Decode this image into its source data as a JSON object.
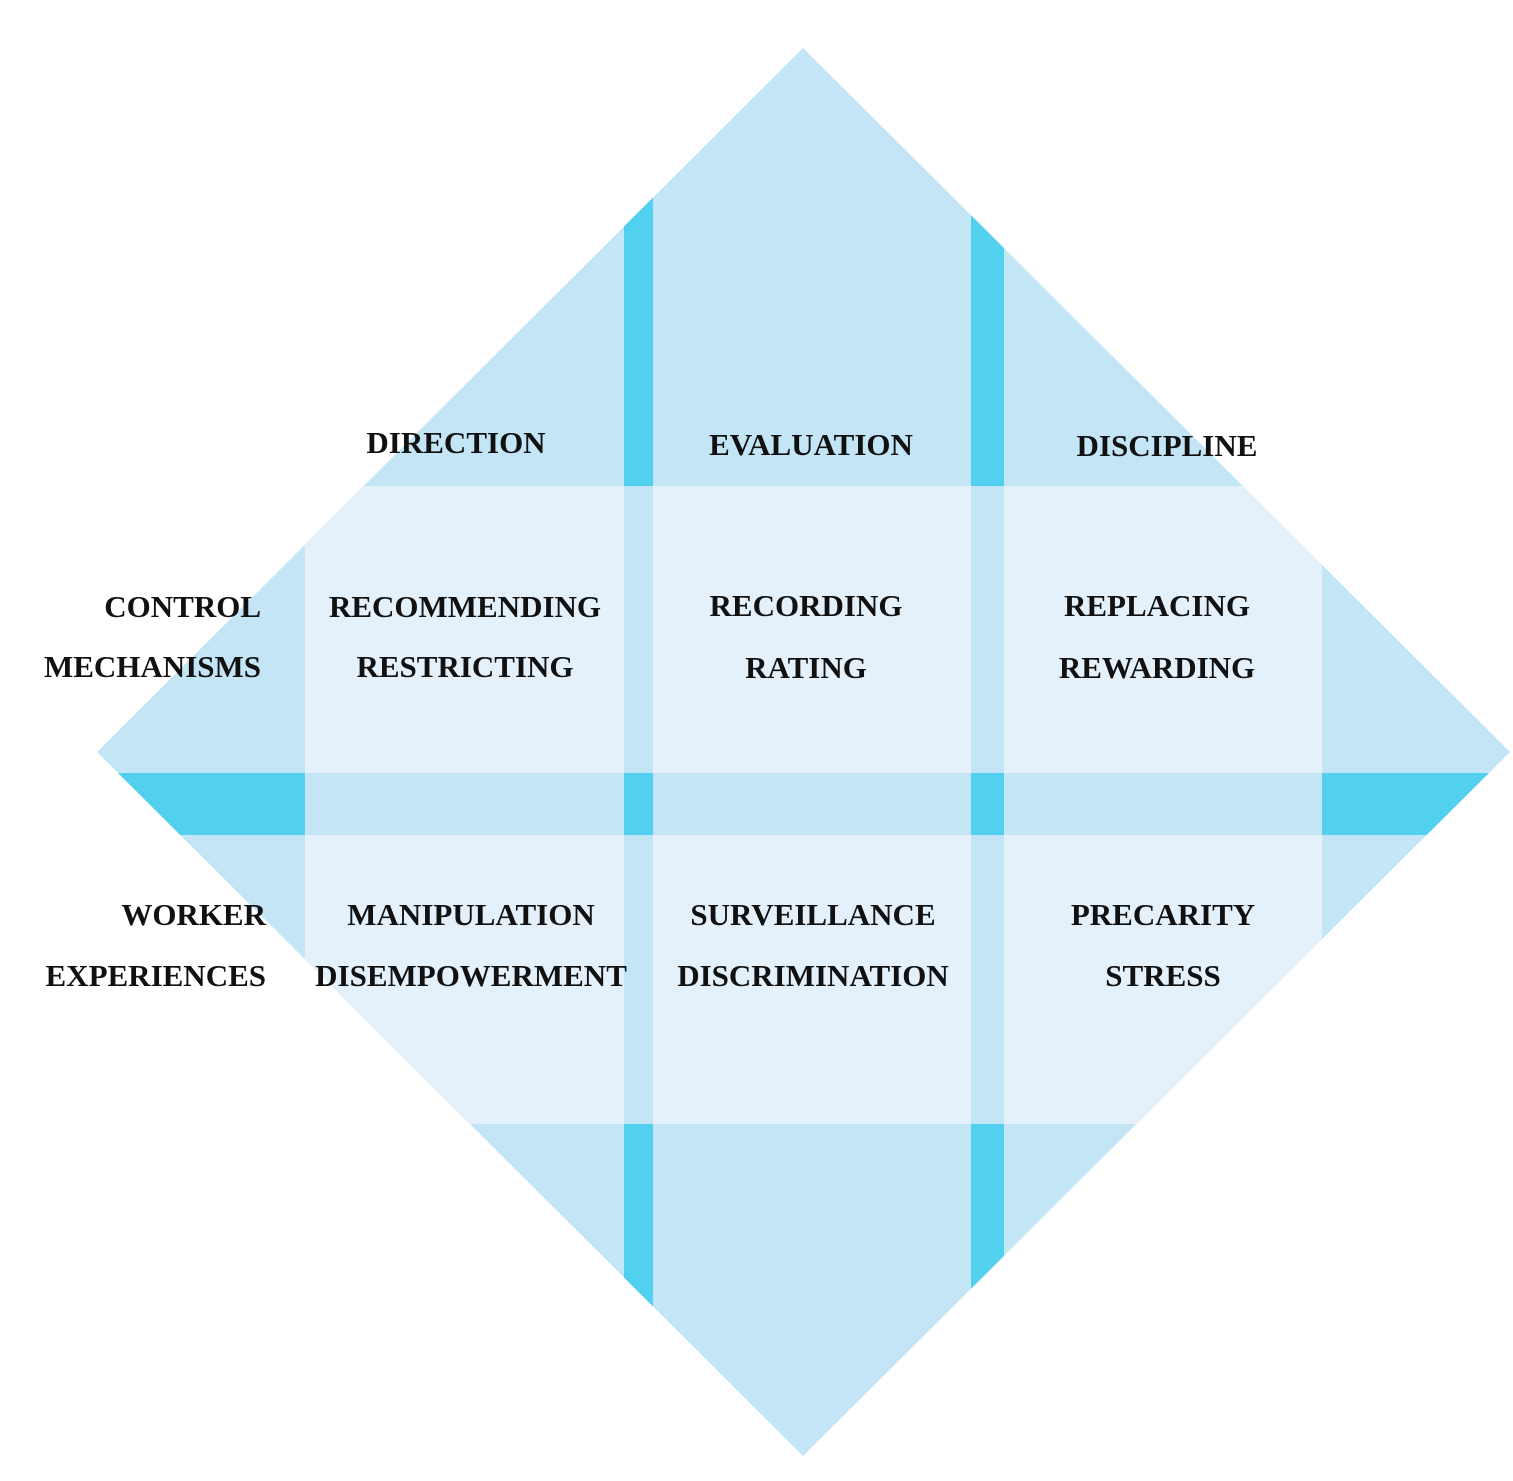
{
  "colors": {
    "diamond": "#c3e5f6",
    "cell": "#e4f1fb",
    "band_light": "#c3e5f6",
    "band_dark": "#51d0ef",
    "text": "#111111",
    "background": "#ffffff"
  },
  "columns": [
    {
      "label": "DIRECTION"
    },
    {
      "label": "EVALUATION"
    },
    {
      "label": "DISCIPLINE"
    }
  ],
  "rows": [
    {
      "label_lines": [
        "CONTROL",
        "MECHANISMS"
      ]
    },
    {
      "label_lines": [
        "WORKER",
        "EXPERIENCES"
      ]
    }
  ],
  "cells": [
    [
      {
        "lines": [
          "RECOMMENDING",
          "RESTRICTING"
        ]
      },
      {
        "lines": [
          "RECORDING",
          "RATING"
        ]
      },
      {
        "lines": [
          "REPLACING",
          "REWARDING"
        ]
      }
    ],
    [
      {
        "lines": [
          "MANIPULATION",
          "DISEMPOWERMENT"
        ]
      },
      {
        "lines": [
          "SURVEILLANCE",
          "DISCRIMINATION"
        ]
      },
      {
        "lines": [
          "PRECARITY",
          "STRESS"
        ]
      }
    ]
  ]
}
